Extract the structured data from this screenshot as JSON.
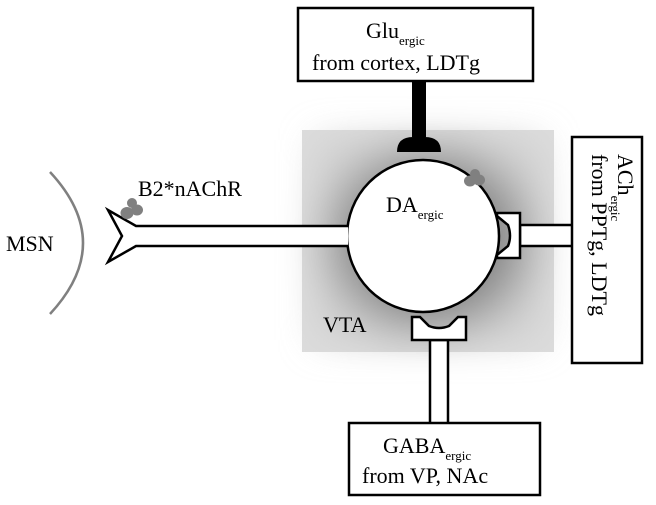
{
  "diagram": {
    "center": {
      "main": "DA",
      "sub": "ergic",
      "region": "VTA"
    },
    "top_input": {
      "line1_main": "Glu",
      "line1_sub": "ergic",
      "line2": "from cortex, LDTg"
    },
    "right_input": {
      "line1_main": "ACh",
      "line1_sub": "ergic",
      "line2": "from PPTg, LDTg"
    },
    "bottom_input": {
      "line1_main": "GABA",
      "line1_sub": "ergic",
      "line2": "from VP, NAc"
    },
    "left_target": {
      "label": "MSN",
      "receptor": "B2*nAChR"
    },
    "colors": {
      "halo": "#8c8c8c",
      "receptor": "#808080",
      "stroke": "#000000",
      "fill": "#ffffff"
    }
  }
}
